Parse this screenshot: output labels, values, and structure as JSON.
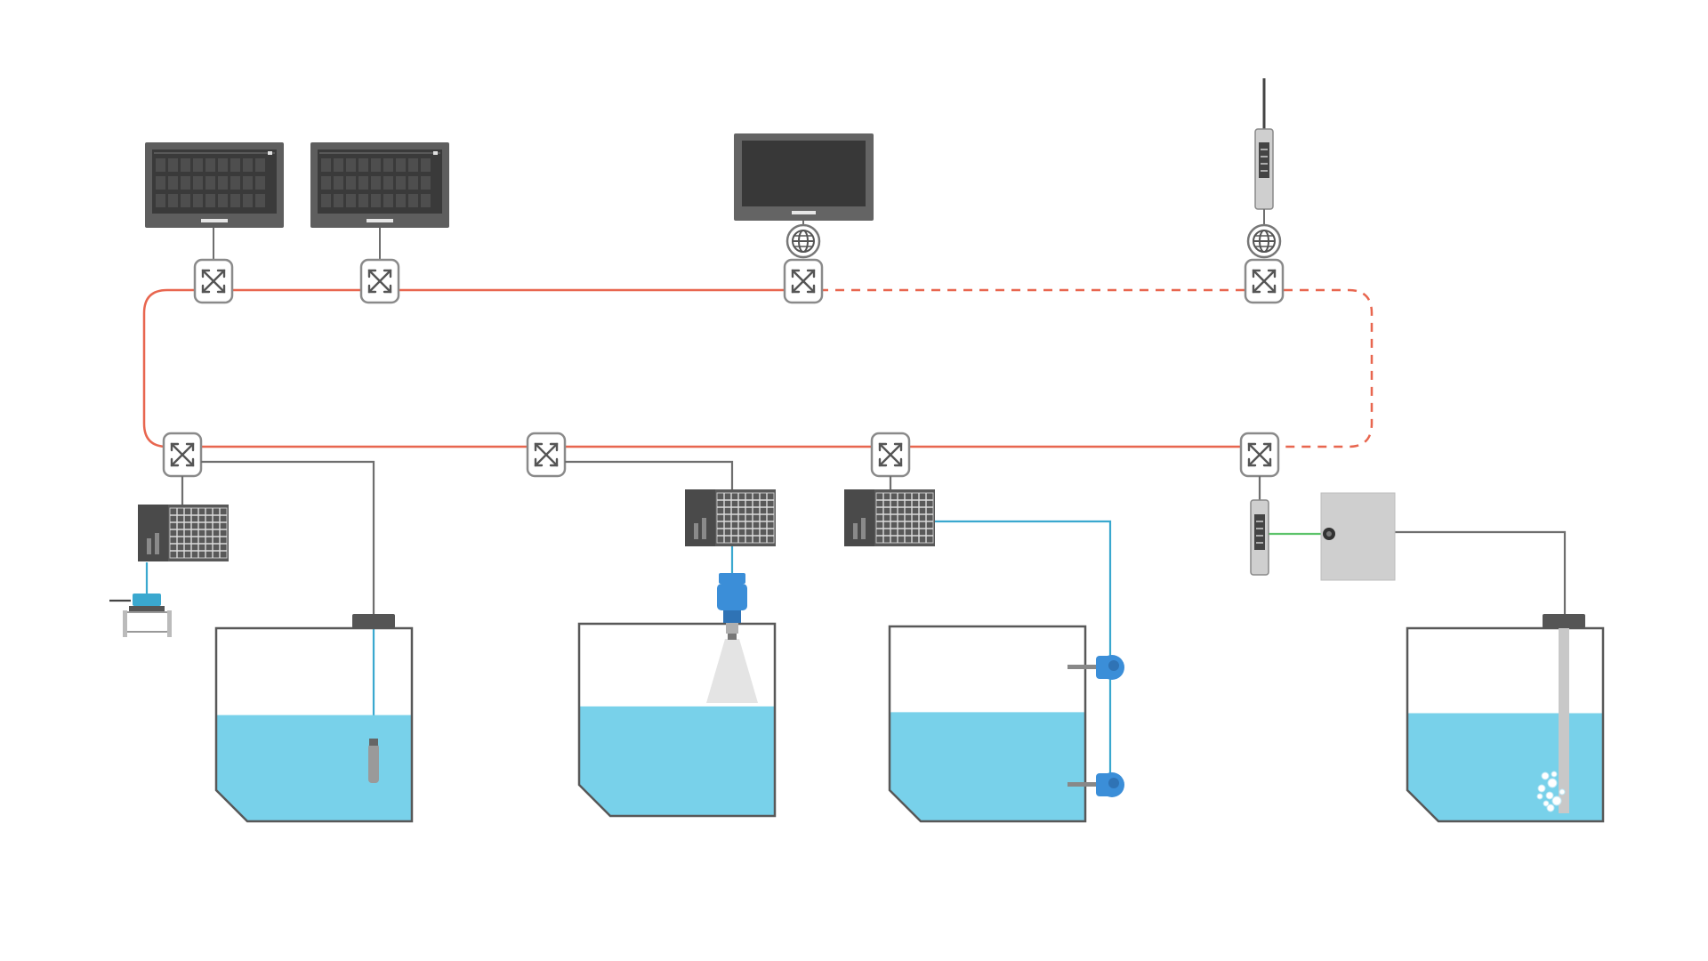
{
  "colors": {
    "background": "#ffffff",
    "ring": "#e8664f",
    "wire": "#6e6e6e",
    "signal": "#3aa8cf",
    "green_link": "#5cc36a",
    "water": "#78d1ea",
    "tank_outline": "#585858",
    "device_dark": "#585858",
    "device_screen": "#333333",
    "switch_border": "#8a8a8a",
    "sensor_blue": "#3b8ed8",
    "box_gray": "#cfcfcf"
  },
  "icons": {
    "switch": "network-switch-icon",
    "globe": "globe-icon",
    "operator_panel": "operator-panel-icon",
    "monitor": "monitor-icon",
    "wireless_gateway": "wireless-gateway-icon",
    "io_module": "io-module-icon",
    "radar_sensor": "radar-level-sensor-icon",
    "level_switch": "vibrating-level-switch-icon",
    "submersible_probe": "submersible-pressure-probe-icon",
    "bubbler_tube": "bubbler-tube-icon",
    "control_box": "control-box-icon",
    "flow_meter": "flow-meter-icon"
  },
  "tanks": [
    {
      "fill_level": 0.55,
      "instrument": "submersible_probe"
    },
    {
      "fill_level": 0.57,
      "instrument": "radar_sensor"
    },
    {
      "fill_level": 0.56,
      "instrument": "level_switch"
    },
    {
      "fill_level": 0.56,
      "instrument": "bubbler_tube"
    }
  ],
  "ring_network": {
    "solid_segment": "left-and-bottom",
    "dashed_segment": "right-upper"
  }
}
